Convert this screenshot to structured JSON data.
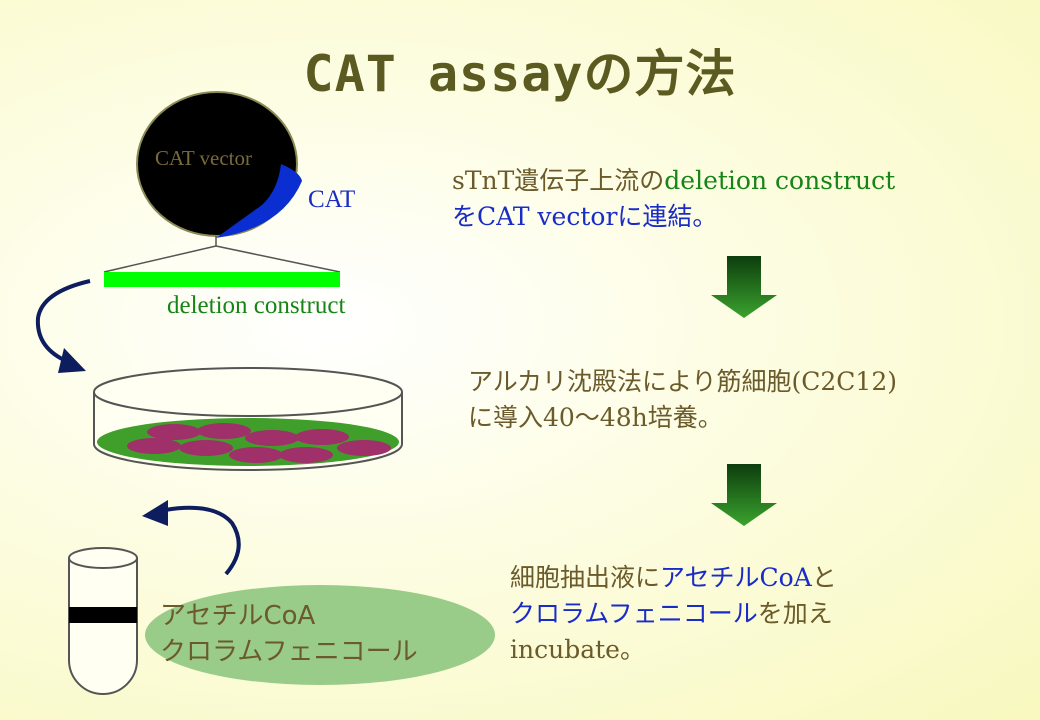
{
  "title": "CAT assayの方法",
  "diagram": {
    "plasmid_label": "CAT vector",
    "cat_label": "CAT",
    "insert_label": "deletion construct",
    "tube_reagent_1": "アセチルCoA",
    "tube_reagent_2": "クロラムフェニコール"
  },
  "steps": {
    "step1": {
      "line1_a": "sTnT遺伝子上流の",
      "line1_b": "deletion construct",
      "line2_a": "をCAT vector",
      "line2_b": "に連結。"
    },
    "step2": {
      "line1": "アルカリ沈殿法により筋細胞(C2C12)",
      "line2": "に導入40～48h培養。"
    },
    "step3": {
      "line1_a": "細胞抽出液に",
      "line1_b": "アセチルCoA",
      "line1_c": "と",
      "line2_a": "クロラムフェニコール",
      "line2_b": "を加え",
      "line3": "incubate。"
    }
  },
  "colors": {
    "title": "#5b5b21",
    "brown_text": "#6b5a2a",
    "green_text": "#168416",
    "blue_text": "#1a2cc8",
    "down_arrow": "#2f8f1f",
    "insert_bar": "#00ff00",
    "dish_medium": "#3f9f2a",
    "cells": "#a0306a",
    "ellipse": "#99cc88"
  },
  "icons": [
    "plasmid-icon",
    "culture-dish-icon",
    "test-tube-icon",
    "curved-arrow-icon",
    "down-arrow-icon"
  ]
}
